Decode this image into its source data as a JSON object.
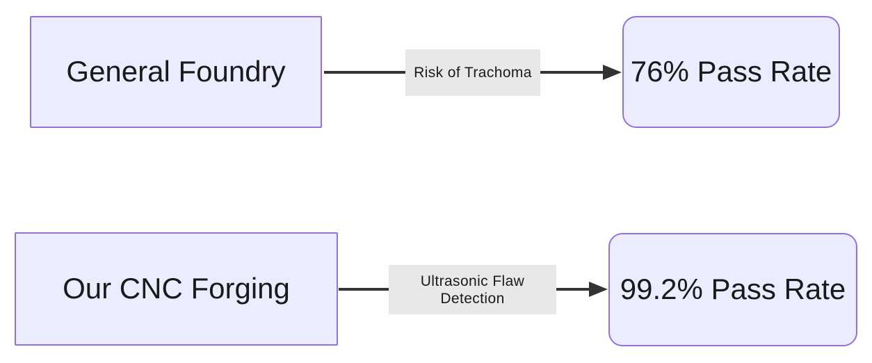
{
  "diagram": {
    "type": "flowchart",
    "direction": "left-to-right",
    "colors": {
      "background": "#FFFFFF",
      "node_fill": "#ECECFF",
      "node_border": "#9370DB",
      "edge_color": "#333333",
      "edge_label_bg": "#E8E8E8",
      "text_color": "#1A1A1A"
    },
    "rows": [
      {
        "source": {
          "label": "General Foundry",
          "shape": "rectangle"
        },
        "edge": {
          "label": "Risk of Trachoma",
          "lines": [
            "Risk of Trachoma"
          ]
        },
        "target": {
          "label": "76% Pass Rate",
          "shape": "rounded-rectangle"
        }
      },
      {
        "source": {
          "label": "Our CNC Forging",
          "shape": "rectangle"
        },
        "edge": {
          "label": "Ultrasonic Flaw Detection",
          "lines": [
            "Ultrasonic Flaw",
            "Detection"
          ]
        },
        "target": {
          "label": "99.2% Pass Rate",
          "shape": "rounded-rectangle"
        }
      }
    ]
  }
}
